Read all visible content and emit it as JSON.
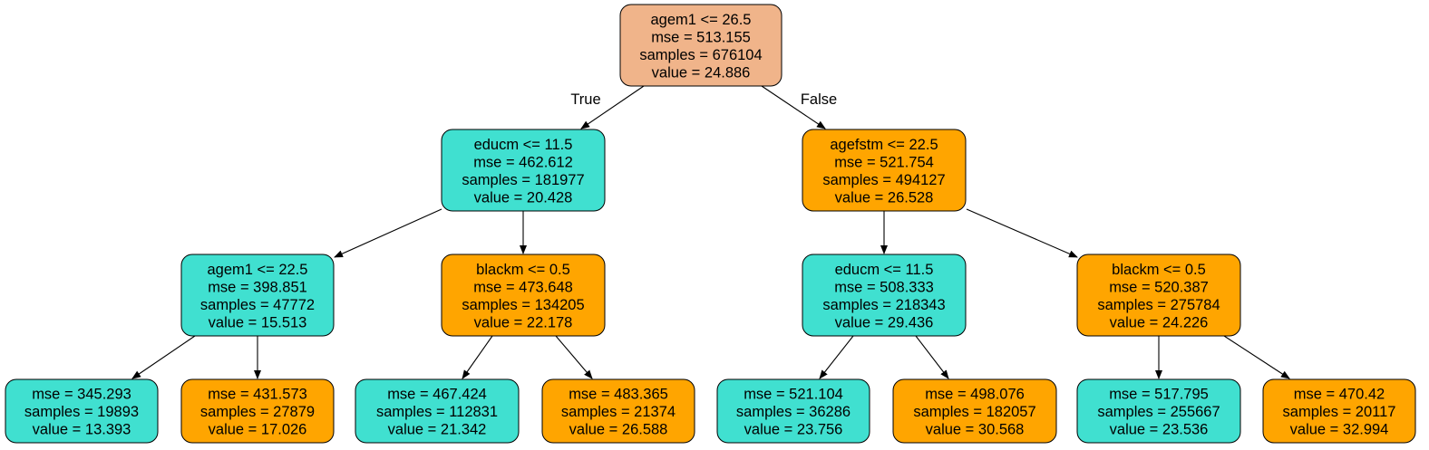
{
  "colors": {
    "root": "#f0b48a",
    "turquoise": "#40e0d0",
    "orange": "#ffa500"
  },
  "edge_labels": {
    "true": "True",
    "false": "False"
  },
  "nodes": [
    {
      "id": "n0",
      "color": "root",
      "lines": [
        "agem1 <= 26.5",
        "mse = 513.155",
        "samples = 676104",
        "value = 24.886"
      ]
    },
    {
      "id": "n1",
      "color": "turquoise",
      "lines": [
        "educm <= 11.5",
        "mse = 462.612",
        "samples = 181977",
        "value = 20.428"
      ]
    },
    {
      "id": "n2",
      "color": "orange",
      "lines": [
        "agefstm <= 22.5",
        "mse = 521.754",
        "samples = 494127",
        "value = 26.528"
      ]
    },
    {
      "id": "n3",
      "color": "turquoise",
      "lines": [
        "agem1 <= 22.5",
        "mse = 398.851",
        "samples = 47772",
        "value = 15.513"
      ]
    },
    {
      "id": "n4",
      "color": "orange",
      "lines": [
        "blackm <= 0.5",
        "mse = 473.648",
        "samples = 134205",
        "value = 22.178"
      ]
    },
    {
      "id": "n5",
      "color": "turquoise",
      "lines": [
        "educm <= 11.5",
        "mse = 508.333",
        "samples = 218343",
        "value = 29.436"
      ]
    },
    {
      "id": "n6",
      "color": "orange",
      "lines": [
        "blackm <= 0.5",
        "mse = 520.387",
        "samples = 275784",
        "value = 24.226"
      ]
    },
    {
      "id": "n7",
      "color": "turquoise",
      "lines": [
        "mse = 345.293",
        "samples = 19893",
        "value = 13.393"
      ]
    },
    {
      "id": "n8",
      "color": "orange",
      "lines": [
        "mse = 431.573",
        "samples = 27879",
        "value = 17.026"
      ]
    },
    {
      "id": "n9",
      "color": "turquoise",
      "lines": [
        "mse = 467.424",
        "samples = 112831",
        "value = 21.342"
      ]
    },
    {
      "id": "n10",
      "color": "orange",
      "lines": [
        "mse = 483.365",
        "samples = 21374",
        "value = 26.588"
      ]
    },
    {
      "id": "n11",
      "color": "turquoise",
      "lines": [
        "mse = 521.104",
        "samples = 36286",
        "value = 23.756"
      ]
    },
    {
      "id": "n12",
      "color": "orange",
      "lines": [
        "mse = 498.076",
        "samples = 182057",
        "value = 30.568"
      ]
    },
    {
      "id": "n13",
      "color": "turquoise",
      "lines": [
        "mse = 517.795",
        "samples = 255667",
        "value = 23.536"
      ]
    },
    {
      "id": "n14",
      "color": "orange",
      "lines": [
        "mse = 470.42",
        "samples = 20117",
        "value = 32.994"
      ]
    }
  ],
  "edges": [
    {
      "from": "n0",
      "to": "n1",
      "label": "true"
    },
    {
      "from": "n0",
      "to": "n2",
      "label": "false"
    },
    {
      "from": "n1",
      "to": "n3"
    },
    {
      "from": "n1",
      "to": "n4"
    },
    {
      "from": "n2",
      "to": "n5"
    },
    {
      "from": "n2",
      "to": "n6"
    },
    {
      "from": "n3",
      "to": "n7"
    },
    {
      "from": "n3",
      "to": "n8"
    },
    {
      "from": "n4",
      "to": "n9"
    },
    {
      "from": "n4",
      "to": "n10"
    },
    {
      "from": "n5",
      "to": "n11"
    },
    {
      "from": "n5",
      "to": "n12"
    },
    {
      "from": "n6",
      "to": "n13"
    },
    {
      "from": "n6",
      "to": "n14"
    }
  ]
}
